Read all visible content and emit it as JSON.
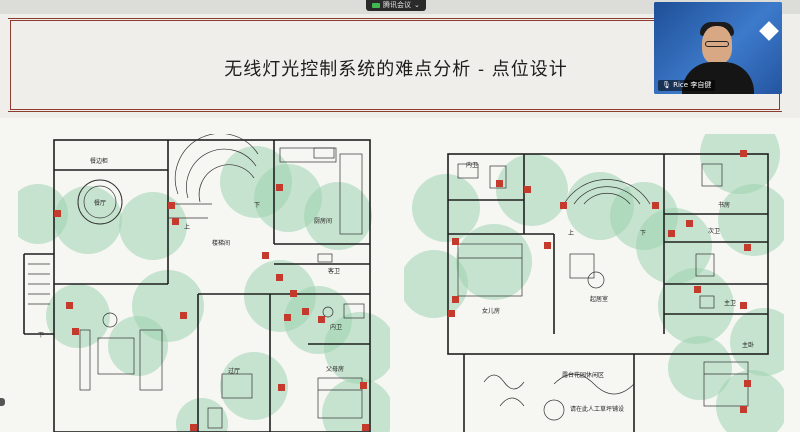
{
  "meeting": {
    "app_name": "腾讯会议",
    "signal_icon": "signal-icon",
    "dropdown_icon": "chevron-down-icon",
    "participant_name": "Rice 李自健",
    "mic_icon": "microphone-icon"
  },
  "slide": {
    "title": "无线灯光控制系统的难点分析 - 点位设计",
    "accent_color": "#8c3b2e",
    "marker_color": "#c43a2c",
    "coverage_color": "#9fd3b0"
  },
  "plan_left": {
    "labels": {
      "dining": "餐厅",
      "stair": "楼梯间",
      "kitchen": "厨房间",
      "bath": "客卫",
      "inner_bath": "内卫",
      "parents_room": "父母房",
      "hall": "过厅",
      "up": "上",
      "down": "下",
      "down2": "下",
      "top_label": "餐边柜"
    }
  },
  "plan_right": {
    "labels": {
      "inner_bath": "内卫",
      "daughter_room": "女儿房",
      "up": "上",
      "down": "下",
      "lounge": "起居室",
      "study": "书房",
      "second_bath": "次卫",
      "master_bath": "主卫",
      "master_room": "主卧",
      "terrace": "露台花园休闲区",
      "garden_note": "请在此人工草坪铺设"
    }
  }
}
